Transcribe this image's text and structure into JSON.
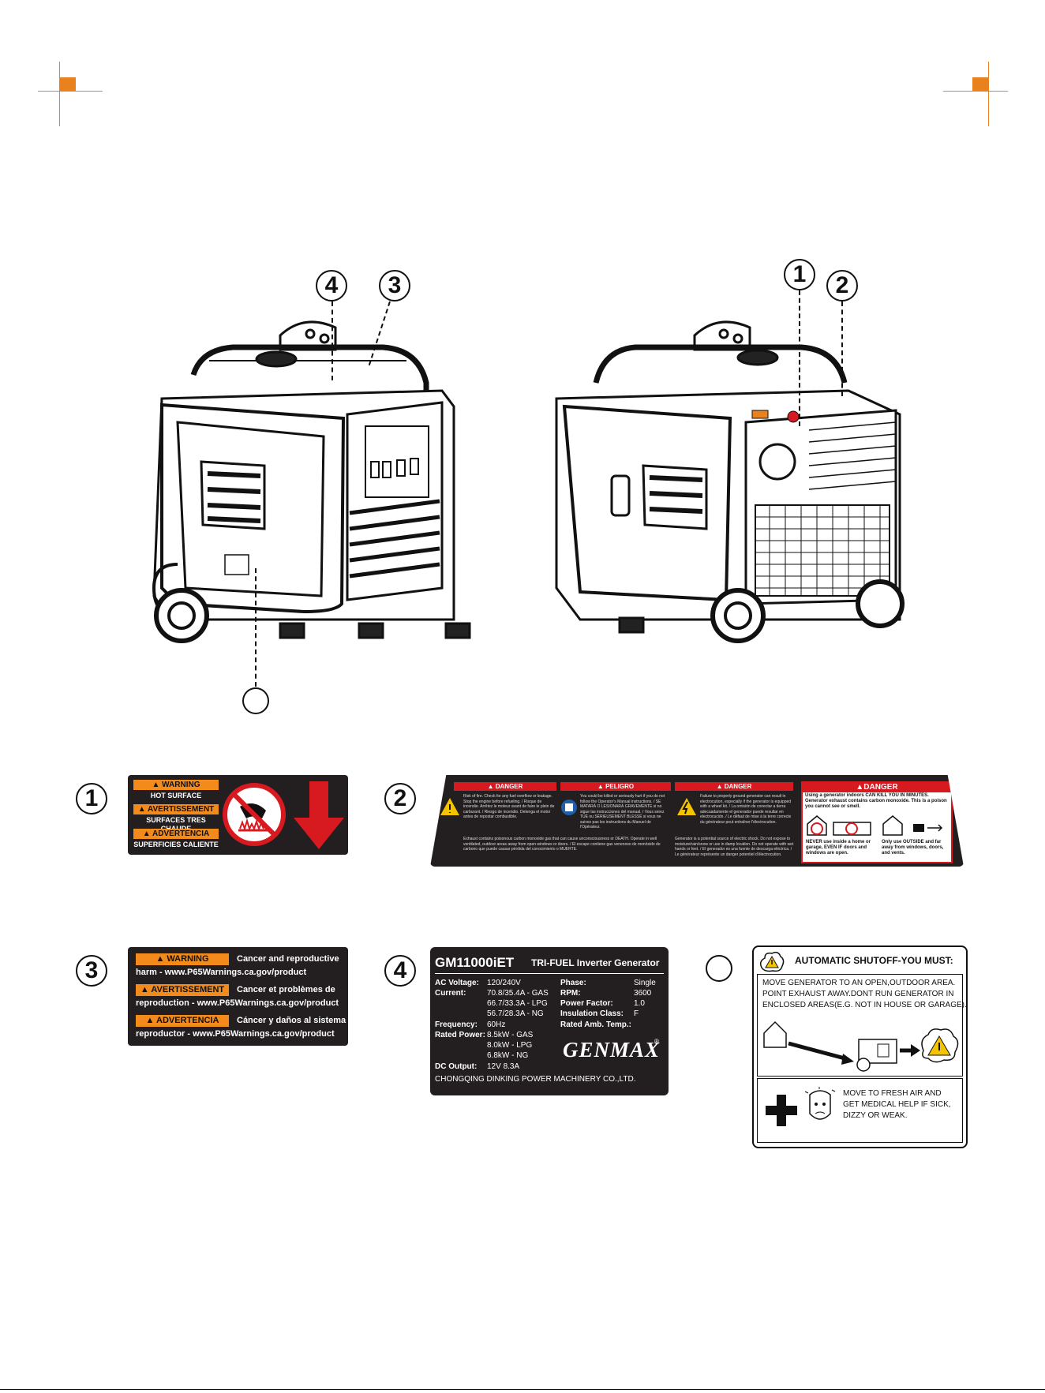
{
  "callouts": {
    "c1": "1",
    "c2": "2",
    "c3": "3",
    "c4": "4",
    "c5": ""
  },
  "label1": {
    "number": "1",
    "lines": [
      {
        "box": "WARNING",
        "text": "HOT SURFACE"
      },
      {
        "box": "AVERTISSEMENT",
        "text": "SURFACES TRES CHAUDE"
      },
      {
        "box": "ADVERTENCIA",
        "text": "SUPERFICIES CALIENTE"
      }
    ]
  },
  "label2": {
    "number": "2",
    "headers": [
      "DANGER",
      "PELIGRO",
      "DANGER"
    ],
    "para1": "Risk of fire. Check for any fuel overflow or leakage. Stop the engine before refueling. / Risque de incendie. Arrêtez le moteur avant de faire le plein de carburant. / Riesgo de incendio. Detenga el motor antes de repostar combustible.",
    "para2": "You could be killed or seriously hurt if you do not follow the Operator's Manual instructions. / SE MATARÁ O LESIONARÁ GRAVEMENTE si no sigue las instrucciones del manual. / Vous serez TUÉ ou SÉRIEUSEMENT BLESSÉ si vous ne suivez pas les instructions du Manuel de l'Opérateur.",
    "para3": "Failure to properly ground generator can result in electrocution, especially if the generator is equipped with a wheel kit. / La omisión de conectar a tierra adecuadamente el generador puede resultar en electrocución. / Le défaut de mise à la terre correcte du générateur peut entraîner l'électrocution.",
    "para4": "Exhaust contains poisonous carbon monoxide gas that can cause unconsciousness or DEATH. Operate in well ventilated, outdoor areas away from open windows or doors. / El escape contiene gas venenoso de monóxido de carbono que puede causar pérdida del conocimiento o MUERTE.",
    "para5": "Generator is a potential source of electric shock. Do not expose to moisture/rain/snow or use in damp location. Do not operate with wet hands or feet. / El generador es una fuente de descarga eléctrica. / Le générateur représente un danger potentiel d'électrocution.",
    "right_header": "DANGER",
    "right_line1": "Using a generator indoors CAN KILL YOU IN MINUTES.",
    "right_line2": "Generator exhaust contains carbon monoxide. This is a poison you cannot see or smell.",
    "right_caption1": "NEVER use inside a home or garage, EVEN IF doors and windows are open.",
    "right_caption2": "Only use OUTSIDE and far away from windows, doors, and vents."
  },
  "label3": {
    "number": "3",
    "rows": [
      {
        "box": "WARNING",
        "text": "Cancer and reproductive",
        "text2": "harm - www.P65Warnings.ca.gov/product"
      },
      {
        "box": "AVERTISSEMENT",
        "text": "Cancer et problèmes de",
        "text2": "reproduction - www.P65Warnings.ca.gov/product"
      },
      {
        "box": "ADVERTENCIA",
        "text": "Cáncer y daños al sistema",
        "text2": "reproductor - www.P65Warnings.ca.gov/product"
      }
    ]
  },
  "label4": {
    "number": "4",
    "model": "GM11000iET",
    "product": "TRI-FUEL Inverter Generator",
    "ac_voltage_key": "AC Voltage:",
    "ac_voltage": "120/240V",
    "current_key": "Current:",
    "current_1": "70.8/35.4A - GAS",
    "current_2": "66.7/33.3A - LPG",
    "current_3": "56.7/28.3A - NG",
    "frequency_key": "Frequency:",
    "frequency": "60Hz",
    "rated_power_key": "Rated Power:",
    "rated_power_1": "8.5kW - GAS",
    "rated_power_2": "8.0kW - LPG",
    "rated_power_3": "6.8kW - NG",
    "dc_output_key": "DC Output:",
    "dc_output": "12V 8.3A",
    "phase_key": "Phase:",
    "phase": "Single",
    "rpm_key": "RPM:",
    "rpm": "3600",
    "pf_key": "Power Factor:",
    "pf": "1.0",
    "ins_key": "Insulation Class:",
    "ins": "F",
    "amb_key": "Rated Amb. Temp.:",
    "amb": "",
    "brand": "GENMAX",
    "reg": "®",
    "maker": "CHONGQING DINKING POWER MACHINERY CO.,LTD."
  },
  "label5": {
    "title": "AUTOMATIC SHUTOFF-YOU MUST:",
    "line1": "MOVE GENERATOR TO AN OPEN,OUTDOOR AREA.",
    "line2": "POINT EXHAUST AWAY.DONT RUN GENERATOR IN",
    "line3": "ENCLOSED AREAS(E.G. NOT IN HOUSE OR GARAGE).",
    "help1": "MOVE TO FRESH AIR AND",
    "help2": "GET MEDICAL HELP IF SICK,",
    "help3": "DIZZY OR WEAK."
  },
  "colors": {
    "accent": "#e8821e",
    "label_bg": "#231f20",
    "warning_orange": "#f28a1c",
    "danger_red": "#d71920"
  }
}
